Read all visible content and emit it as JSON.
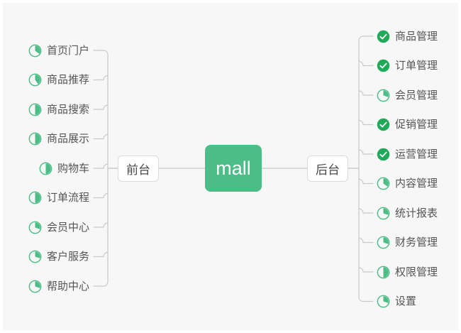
{
  "diagram": {
    "type": "mind-map",
    "background_color": "#f7f7f7",
    "accent_color": "#4cbd87",
    "text_color": "#555555",
    "connector_color": "#c9c9c9",
    "center": {
      "label": "mall",
      "fill": "#4cbd87",
      "text_color": "#ffffff"
    },
    "branches": [
      {
        "label": "前台",
        "side": "left"
      },
      {
        "label": "后台",
        "side": "right"
      }
    ],
    "left_items": [
      {
        "label": "首页门户",
        "icon": "pie-progress-icon",
        "progress": 35
      },
      {
        "label": "商品推荐",
        "icon": "pie-progress-icon",
        "progress": 40
      },
      {
        "label": "商品搜索",
        "icon": "pie-progress-icon",
        "progress": 50
      },
      {
        "label": "商品展示",
        "icon": "pie-progress-icon",
        "progress": 50
      },
      {
        "label": "购物车",
        "icon": "pie-progress-icon",
        "progress": 50
      },
      {
        "label": "订单流程",
        "icon": "pie-progress-icon",
        "progress": 50
      },
      {
        "label": "会员中心",
        "icon": "pie-progress-icon",
        "progress": 30
      },
      {
        "label": "客户服务",
        "icon": "pie-progress-icon",
        "progress": 30
      },
      {
        "label": "帮助中心",
        "icon": "pie-progress-icon",
        "progress": 30
      }
    ],
    "right_items": [
      {
        "label": "商品管理",
        "icon": "check-circle-icon",
        "progress": 100
      },
      {
        "label": "订单管理",
        "icon": "check-circle-icon",
        "progress": 100
      },
      {
        "label": "会员管理",
        "icon": "pie-progress-icon",
        "progress": 30
      },
      {
        "label": "促销管理",
        "icon": "check-circle-icon",
        "progress": 100
      },
      {
        "label": "运营管理",
        "icon": "check-circle-icon",
        "progress": 100
      },
      {
        "label": "内容管理",
        "icon": "pie-progress-icon",
        "progress": 35
      },
      {
        "label": "统计报表",
        "icon": "pie-progress-icon",
        "progress": 30
      },
      {
        "label": "财务管理",
        "icon": "pie-progress-icon",
        "progress": 30
      },
      {
        "label": "权限管理",
        "icon": "pie-progress-icon",
        "progress": 50
      },
      {
        "label": "设置",
        "icon": "pie-progress-icon",
        "progress": 30
      }
    ]
  }
}
